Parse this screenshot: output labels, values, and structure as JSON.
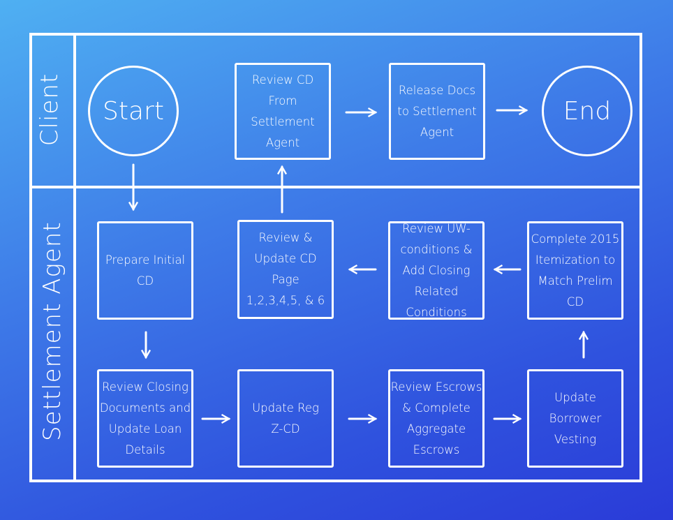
{
  "lanes": {
    "client": "Client",
    "agent": "Settlement Agent"
  },
  "nodes": {
    "start": "Start",
    "end": "End",
    "review_cd": "Review CD From Settlement Agent",
    "release_docs": "Release Docs to Settlement Agent",
    "prepare_cd": "Prepare Initial CD",
    "review_update_cd": "Review & Update CD Page 1,2,3,4,5, & 6",
    "review_uw": "Review UW-conditions & Add Closing Related Conditions",
    "complete_2015": "Complete 2015 Itemization to Match Prelim CD",
    "review_closing": "Review Closing Documents and Update Loan Details",
    "update_reg": "Update Reg Z-CD",
    "review_escrows": "Review Escrows & Complete Aggregate Escrows",
    "update_vesting": "Update Borrower Vesting"
  }
}
